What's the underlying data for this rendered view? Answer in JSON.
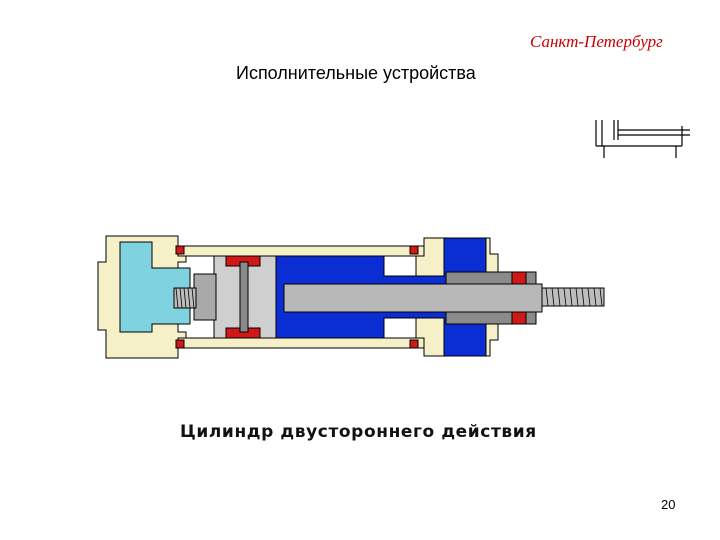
{
  "header": {
    "city": "Санкт-Петербург",
    "title": "Исполнительные устройства"
  },
  "figure": {
    "caption": "Цилиндр двустороннего действия"
  },
  "footer": {
    "page_number": "20"
  },
  "colors": {
    "city_text": "#cc0000",
    "housing": "#f6f0c8",
    "chamber_left": "#7fd3e0",
    "chamber_right": "#0b2ed4",
    "seal": "#d01818",
    "rod": "#b8b8b8",
    "outline": "#000000"
  }
}
